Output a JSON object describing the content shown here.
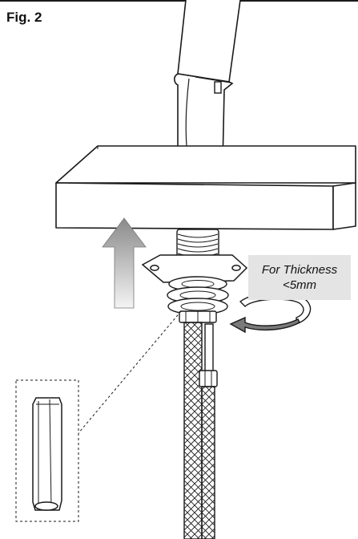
{
  "figure": {
    "label": "Fig. 2"
  },
  "note": {
    "line1": "For Thickness",
    "line2": "<5mm"
  },
  "colors": {
    "stroke": "#1a1a1a",
    "note_bg": "#e4e4e4",
    "arrow_top": "#8a8a8a",
    "arrow_bottom": "#f4f4f4"
  },
  "icons": {
    "lift": "up-arrow-icon",
    "tighten": "rotate-arrow-icon"
  }
}
